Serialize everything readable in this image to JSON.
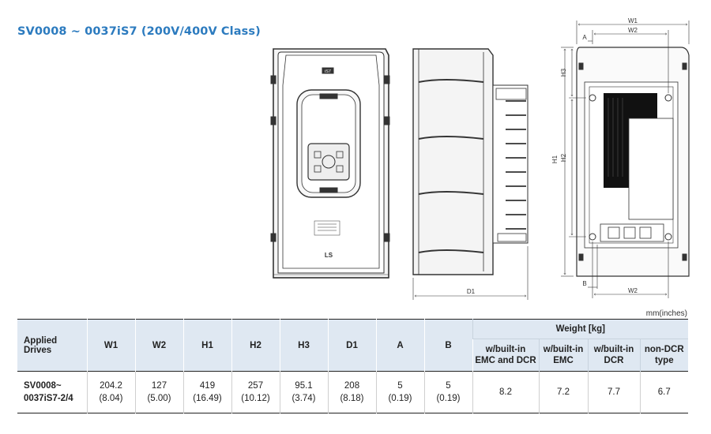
{
  "title": "SV0008 ~ 0037iS7 (200V/400V Class)",
  "units": "mm(inches)",
  "drawing": {
    "front_badge": "iS7",
    "front_logo": "LS",
    "dims": {
      "w1": "W1",
      "w2": "W2",
      "a": "A",
      "b": "B",
      "h1": "H1",
      "h2": "H2",
      "h3": "H3",
      "d1": "D1"
    }
  },
  "table": {
    "headers": {
      "applied_drives": "Applied Drives",
      "w1": "W1",
      "w2": "W2",
      "h1": "H1",
      "h2": "H2",
      "h3": "H3",
      "d1": "D1",
      "a": "A",
      "b": "B",
      "weight": "Weight [kg]",
      "emc_dcr_l1": "w/built-in",
      "emc_dcr_l2": "EMC and DCR",
      "emc_l1": "w/built-in",
      "emc_l2": "EMC",
      "dcr_l1": "w/built-in",
      "dcr_l2": "DCR",
      "nondcr_l1": "non-DCR",
      "nondcr_l2": "type"
    },
    "row": {
      "drive_l1": "SV0008~",
      "drive_l2": "0037iS7-2/4",
      "w1": "204.2",
      "w1_in": "(8.04)",
      "w2": "127",
      "w2_in": "(5.00)",
      "h1": "419",
      "h1_in": "(16.49)",
      "h2": "257",
      "h2_in": "(10.12)",
      "h3": "95.1",
      "h3_in": "(3.74)",
      "d1": "208",
      "d1_in": "(8.18)",
      "a": "5",
      "a_in": "(0.19)",
      "b": "5",
      "b_in": "(0.19)",
      "wt_emc_dcr": "8.2",
      "wt_emc": "7.2",
      "wt_dcr": "7.7",
      "wt_nondcr": "6.7"
    }
  }
}
